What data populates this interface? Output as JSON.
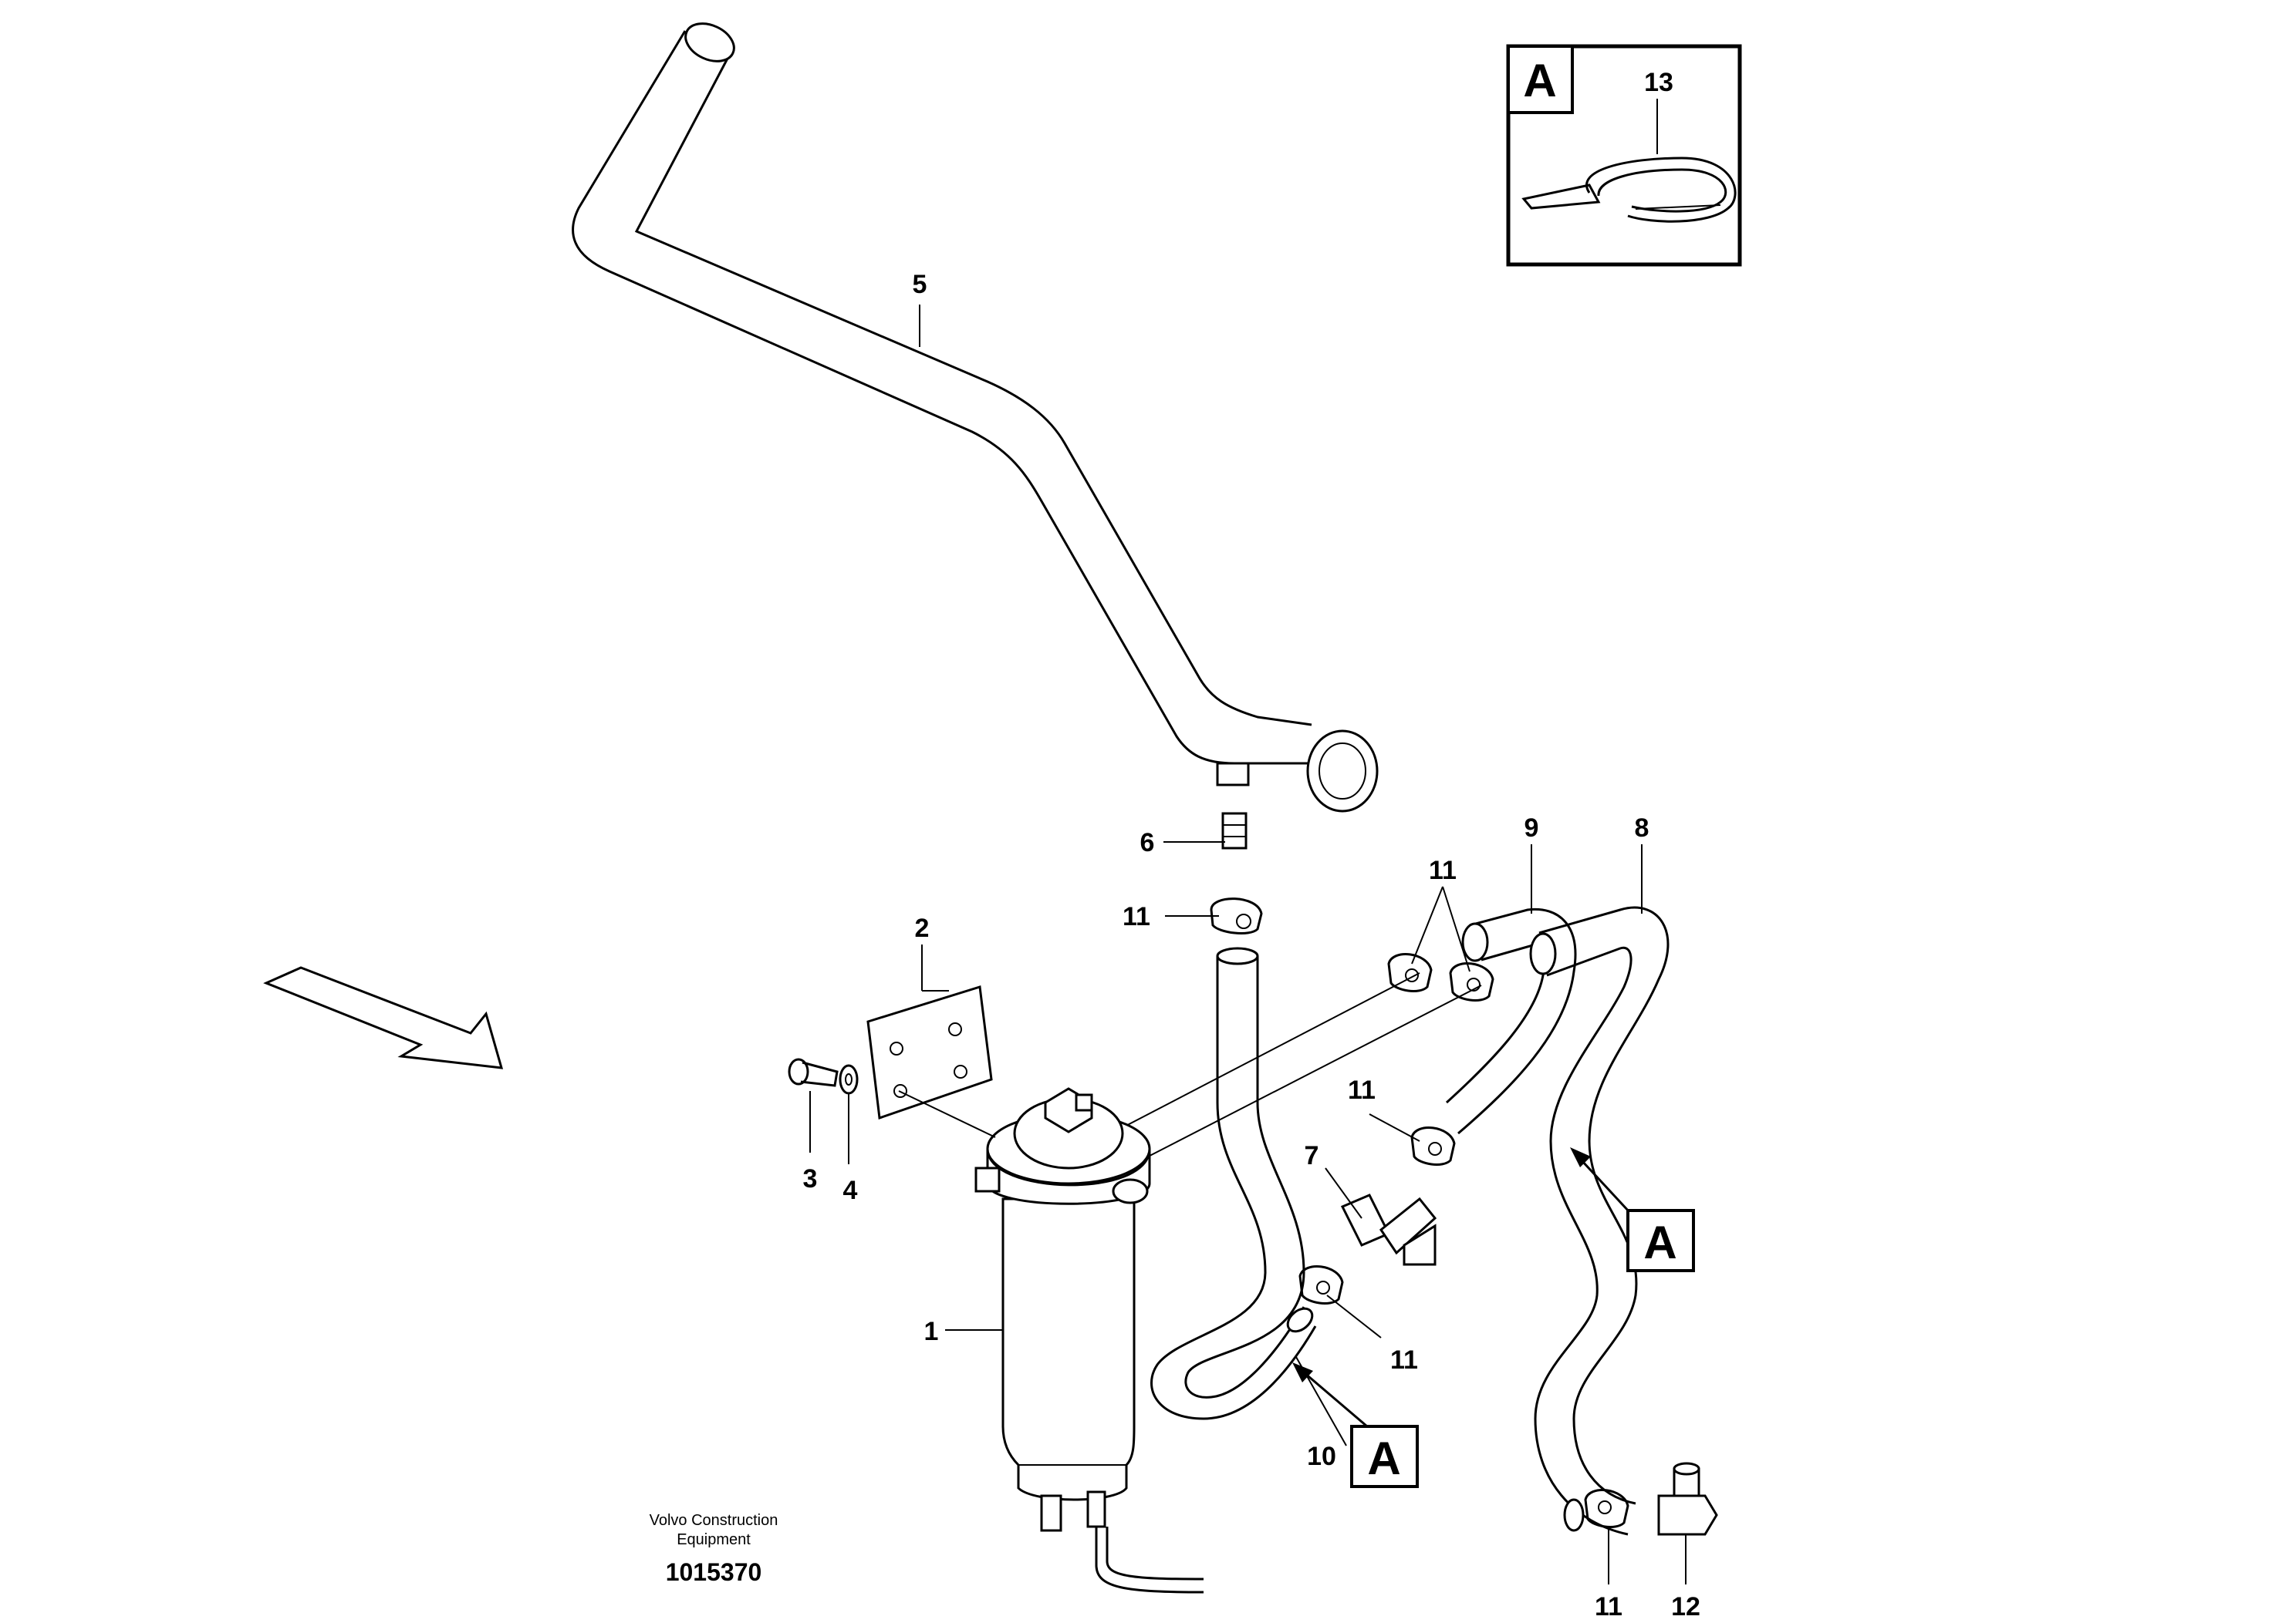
{
  "detail_box": {
    "letter": "A",
    "part_number": "13"
  },
  "callouts": {
    "p1": "1",
    "p2": "2",
    "p3": "3",
    "p4": "4",
    "p5": "5",
    "p6": "6",
    "p7": "7",
    "p8": "8",
    "p9": "9",
    "p10": "10",
    "p11_a": "11",
    "p11_b": "11",
    "p11_c": "11",
    "p11_d": "11",
    "p11_e": "11",
    "p12": "12"
  },
  "detail_refs": {
    "ref_upper": "A",
    "ref_lower": "A"
  },
  "footer": {
    "company_line1": "Volvo Construction",
    "company_line2": "Equipment",
    "drawing_number": "1015370"
  }
}
